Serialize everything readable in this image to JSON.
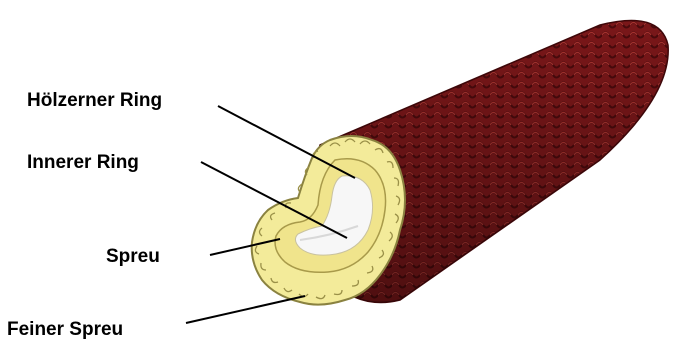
{
  "diagram": {
    "labels": [
      {
        "id": "woody-ring",
        "text": "Hölzerner Ring"
      },
      {
        "id": "inner-ring",
        "text": "Innerer Ring"
      },
      {
        "id": "chaff",
        "text": "Spreu"
      },
      {
        "id": "fine-chaff",
        "text": "Feiner Spreu"
      }
    ]
  },
  "colors": {
    "bark_dark": "#5a0e10",
    "bark_mid": "#8e1f22",
    "bark_light": "#b23a36",
    "ring_yellow": "#f3eb9a",
    "ring_outline": "#8a8240",
    "core_white": "#f7f7f7",
    "leader_line": "#000000"
  }
}
